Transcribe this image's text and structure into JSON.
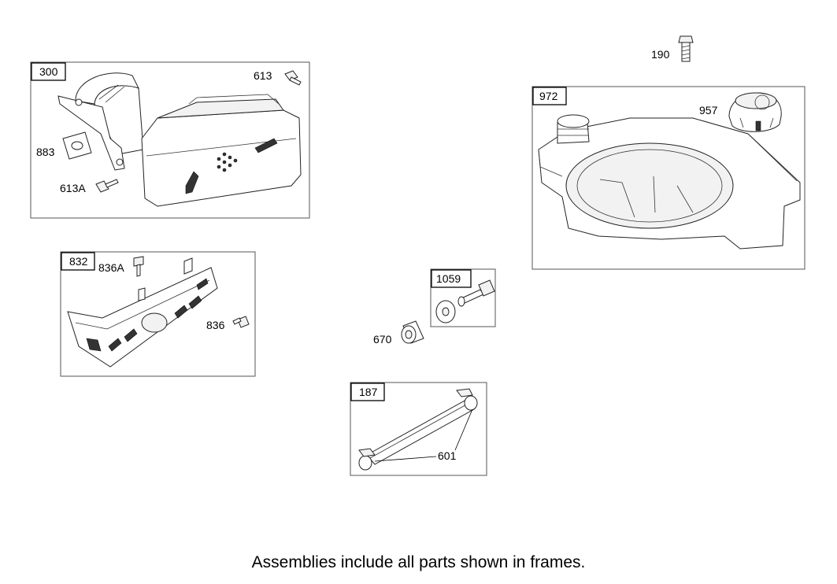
{
  "assemblies": {
    "muffler": {
      "frame_label": "300"
    },
    "guard": {
      "frame_label": "832"
    },
    "fuel_tank": {
      "frame_label": "972"
    },
    "bolt_kit": {
      "frame_label": "1059"
    },
    "hose_kit": {
      "frame_label": "187"
    }
  },
  "parts": {
    "p613": "613",
    "p883": "883",
    "p613A": "613A",
    "p836A": "836A",
    "p836": "836",
    "p190": "190",
    "p957": "957",
    "p670": "670",
    "p601": "601"
  },
  "caption": "Assemblies include all parts shown in frames."
}
